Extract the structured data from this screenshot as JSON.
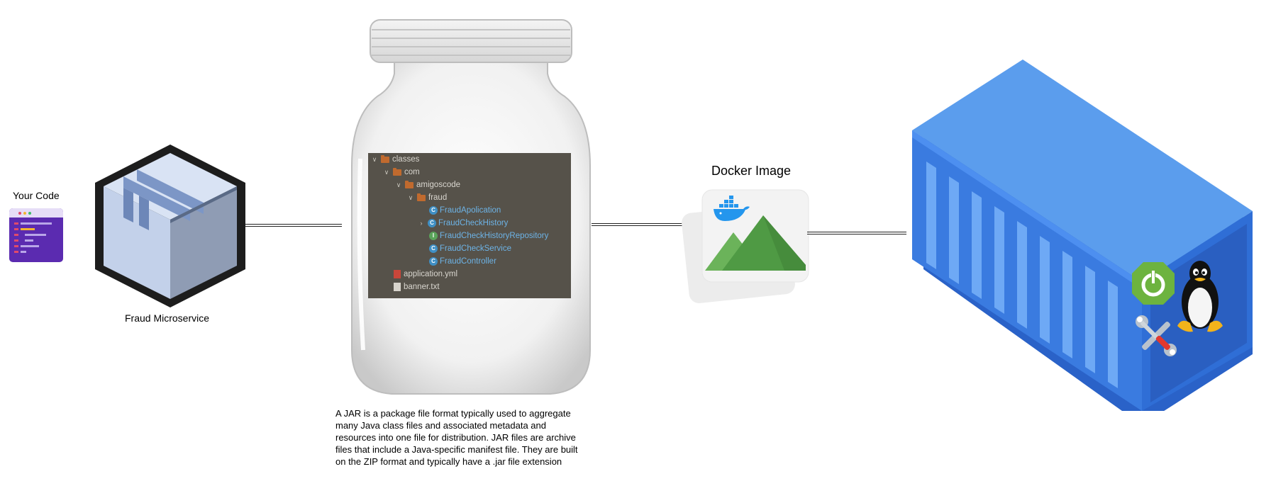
{
  "your_code": {
    "label": "Your Code"
  },
  "fraud_microservice": {
    "label": "Fraud Microservice"
  },
  "jar": {
    "tree": [
      {
        "kind": "folder",
        "expanded": true,
        "label": "classes"
      },
      {
        "kind": "folder",
        "expanded": true,
        "label": "com"
      },
      {
        "kind": "folder",
        "expanded": true,
        "label": "amigoscode"
      },
      {
        "kind": "folder",
        "expanded": true,
        "label": "fraud"
      },
      {
        "kind": "class",
        "label": "FraudApolication"
      },
      {
        "kind": "class",
        "collapsed": true,
        "label": "FraudCheckHistory"
      },
      {
        "kind": "interface",
        "label": "FraudCheckHistoryRepository"
      },
      {
        "kind": "class",
        "label": "FraudCheckService"
      },
      {
        "kind": "class",
        "label": "FraudController"
      },
      {
        "kind": "file",
        "label": "application.yml"
      },
      {
        "kind": "file",
        "label": "banner.txt"
      }
    ],
    "description_lines": [
      "A JAR is a package file format typically used to aggregate",
      "many Java class files and associated metadata and",
      "resources into one file for distribution. JAR files are archive",
      "files that include a Java-specific manifest file. They are built",
      "on the ZIP format and typically have a .jar file extension"
    ]
  },
  "docker_image": {
    "label": "Docker Image"
  },
  "colors": {
    "container_top": "#5b9ded",
    "container_front": "#3a7be0",
    "container_dark": "#2960c4",
    "cube_light": "#c9d6ec",
    "cube_dark": "#8e9cb5",
    "tree_bg": "#56524a",
    "image_green": "#5a9c4a",
    "docker_blue": "#2496ed",
    "spring_green": "#6db33f"
  },
  "icons": [
    "code-window-icon",
    "package-box-icon",
    "glass-jar-icon",
    "docker-whale-icon",
    "image-mountains-icon",
    "shipping-container-icon",
    "spring-power-icon",
    "linux-tux-icon",
    "tools-icon"
  ]
}
